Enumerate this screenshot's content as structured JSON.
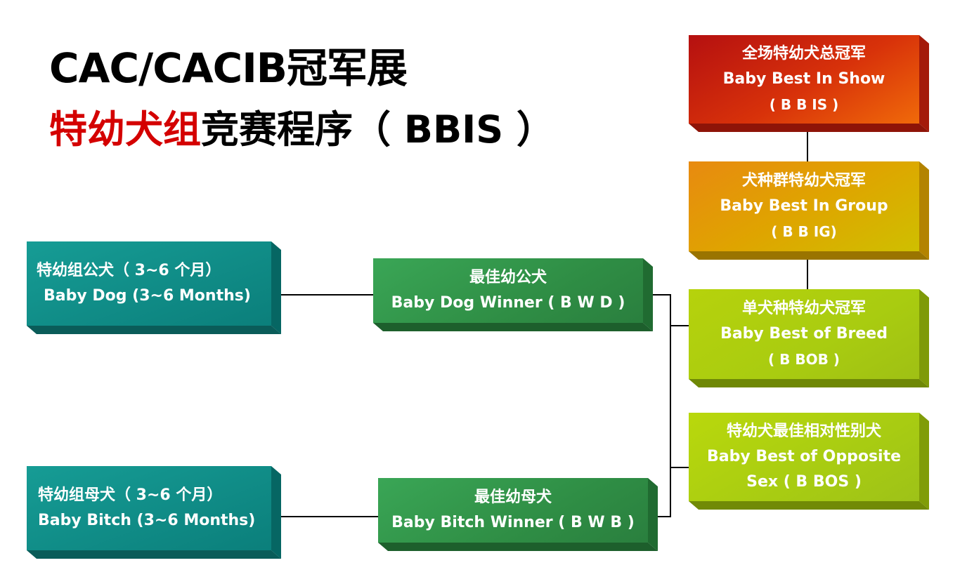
{
  "title": {
    "line1": "CAC/CACIB冠军展",
    "line2_red": "特幼犬组",
    "line2_black": "竞赛程序（ BBIS ）"
  },
  "nodes": {
    "baby_dog": {
      "cn": "特幼组公犬（ 3~6  个月）",
      "en": "Baby  Dog  (3~6 Months)"
    },
    "baby_bitch": {
      "cn": "特幼组母犬（  3~6  个月）",
      "en": "Baby Bitch   (3~6 Months)"
    },
    "bwd": {
      "cn": "最佳幼公犬",
      "en": "Baby  Dog Winner ( B W D )"
    },
    "bwb": {
      "cn": "最佳幼母犬",
      "en": "Baby  Bitch Winner  ( B  W B )"
    },
    "bbis": {
      "cn": "全场特幼犬总冠军",
      "en": "Baby Best  In Show",
      "abbr": "( B B IS )"
    },
    "bbig": {
      "cn": "犬种群特幼犬冠军",
      "en": "Baby  Best In Group",
      "abbr": "( B B IG)"
    },
    "bbob": {
      "cn": "单犬种特幼犬冠军",
      "en": "Baby  Best    of Breed",
      "abbr": "( B BOB )"
    },
    "bbos": {
      "cn": "特幼犬最佳相对性别犬",
      "en": "Baby  Best of Opposite",
      "abbr": "Sex ( B BOS )"
    }
  }
}
